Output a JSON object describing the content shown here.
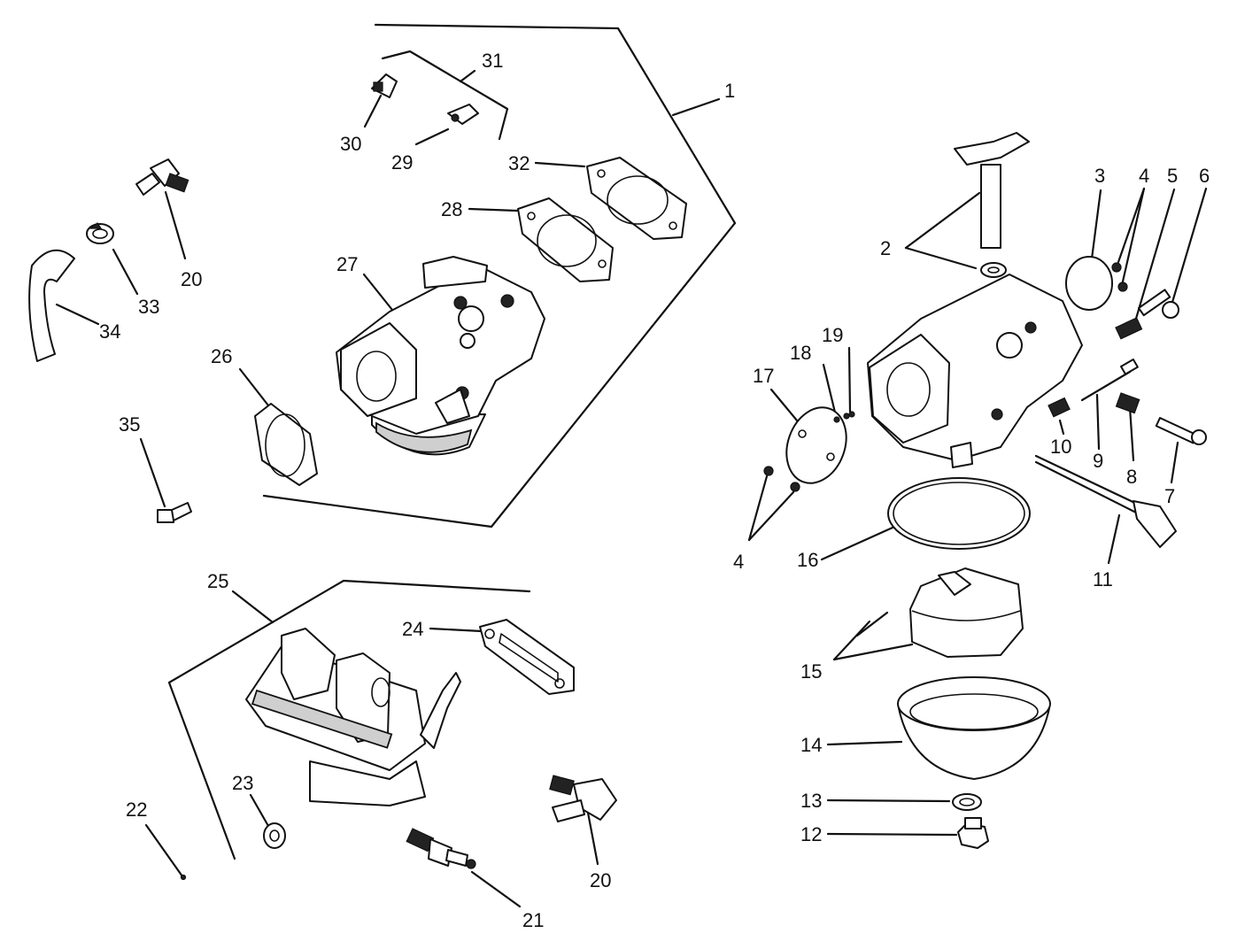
{
  "callouts": {
    "c1": "1",
    "c2": "2",
    "c3": "3",
    "c4a": "4",
    "c4b": "4",
    "c5": "5",
    "c6": "6",
    "c7": "7",
    "c8": "8",
    "c9": "9",
    "c10": "10",
    "c11": "11",
    "c12": "12",
    "c13": "13",
    "c14": "14",
    "c15": "15",
    "c16": "16",
    "c17": "17",
    "c18": "18",
    "c19": "19",
    "c20a": "20",
    "c20b": "20",
    "c21": "21",
    "c22": "22",
    "c23": "23",
    "c24": "24",
    "c25": "25",
    "c26": "26",
    "c27": "27",
    "c28": "28",
    "c29": "29",
    "c30": "30",
    "c31": "31",
    "c32": "32",
    "c33": "33",
    "c34": "34",
    "c35": "35"
  },
  "colors": {
    "ink": "#111111",
    "paper": "#ffffff",
    "shade": "#cfcfcf"
  }
}
